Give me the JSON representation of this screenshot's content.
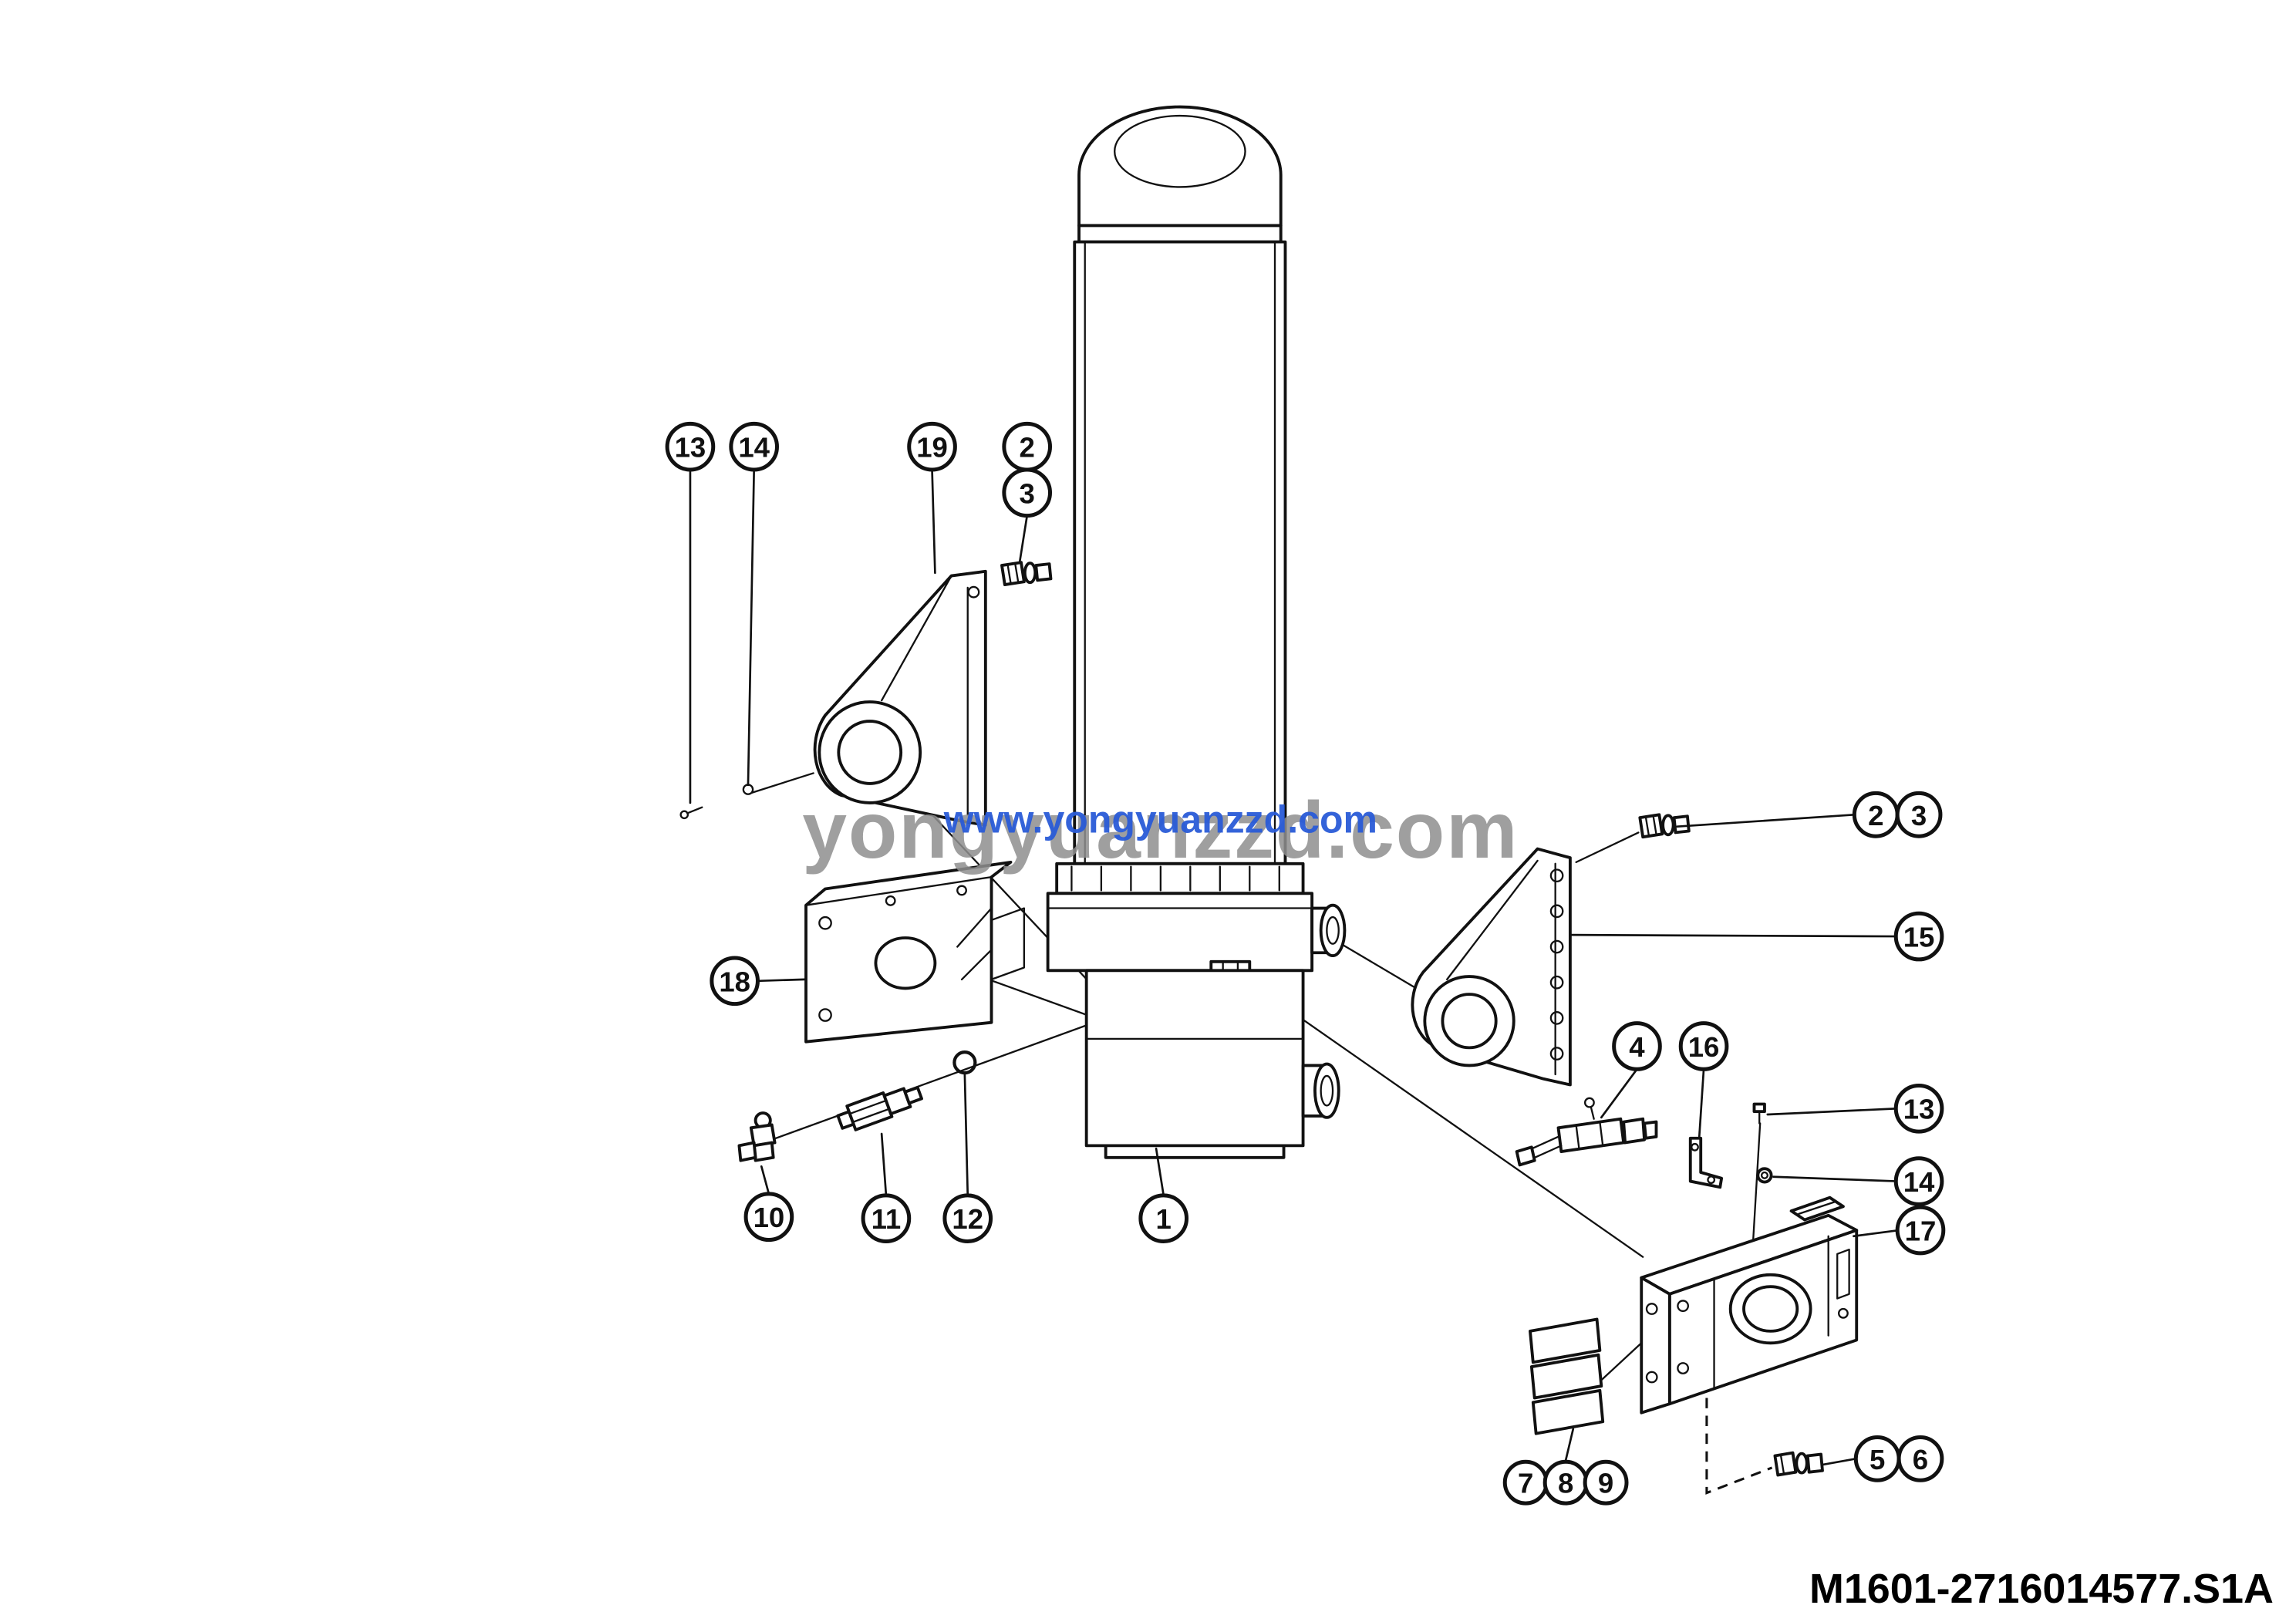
{
  "diagram": {
    "part_code": "M1601-2716014577.S1A",
    "watermark": {
      "large": "yongyuanzzd.com",
      "small": "www.yongyuanzzd.com"
    },
    "callouts": [
      {
        "label": "13"
      },
      {
        "label": "14"
      },
      {
        "label": "19"
      },
      {
        "label": "2"
      },
      {
        "label": "3"
      },
      {
        "label": "2"
      },
      {
        "label": "3"
      },
      {
        "label": "15"
      },
      {
        "label": "4"
      },
      {
        "label": "16"
      },
      {
        "label": "13"
      },
      {
        "label": "14"
      },
      {
        "label": "17"
      },
      {
        "label": "18"
      },
      {
        "label": "10"
      },
      {
        "label": "11"
      },
      {
        "label": "12"
      },
      {
        "label": "1"
      },
      {
        "label": "7"
      },
      {
        "label": "8"
      },
      {
        "label": "9"
      },
      {
        "label": "5"
      },
      {
        "label": "6"
      }
    ]
  }
}
